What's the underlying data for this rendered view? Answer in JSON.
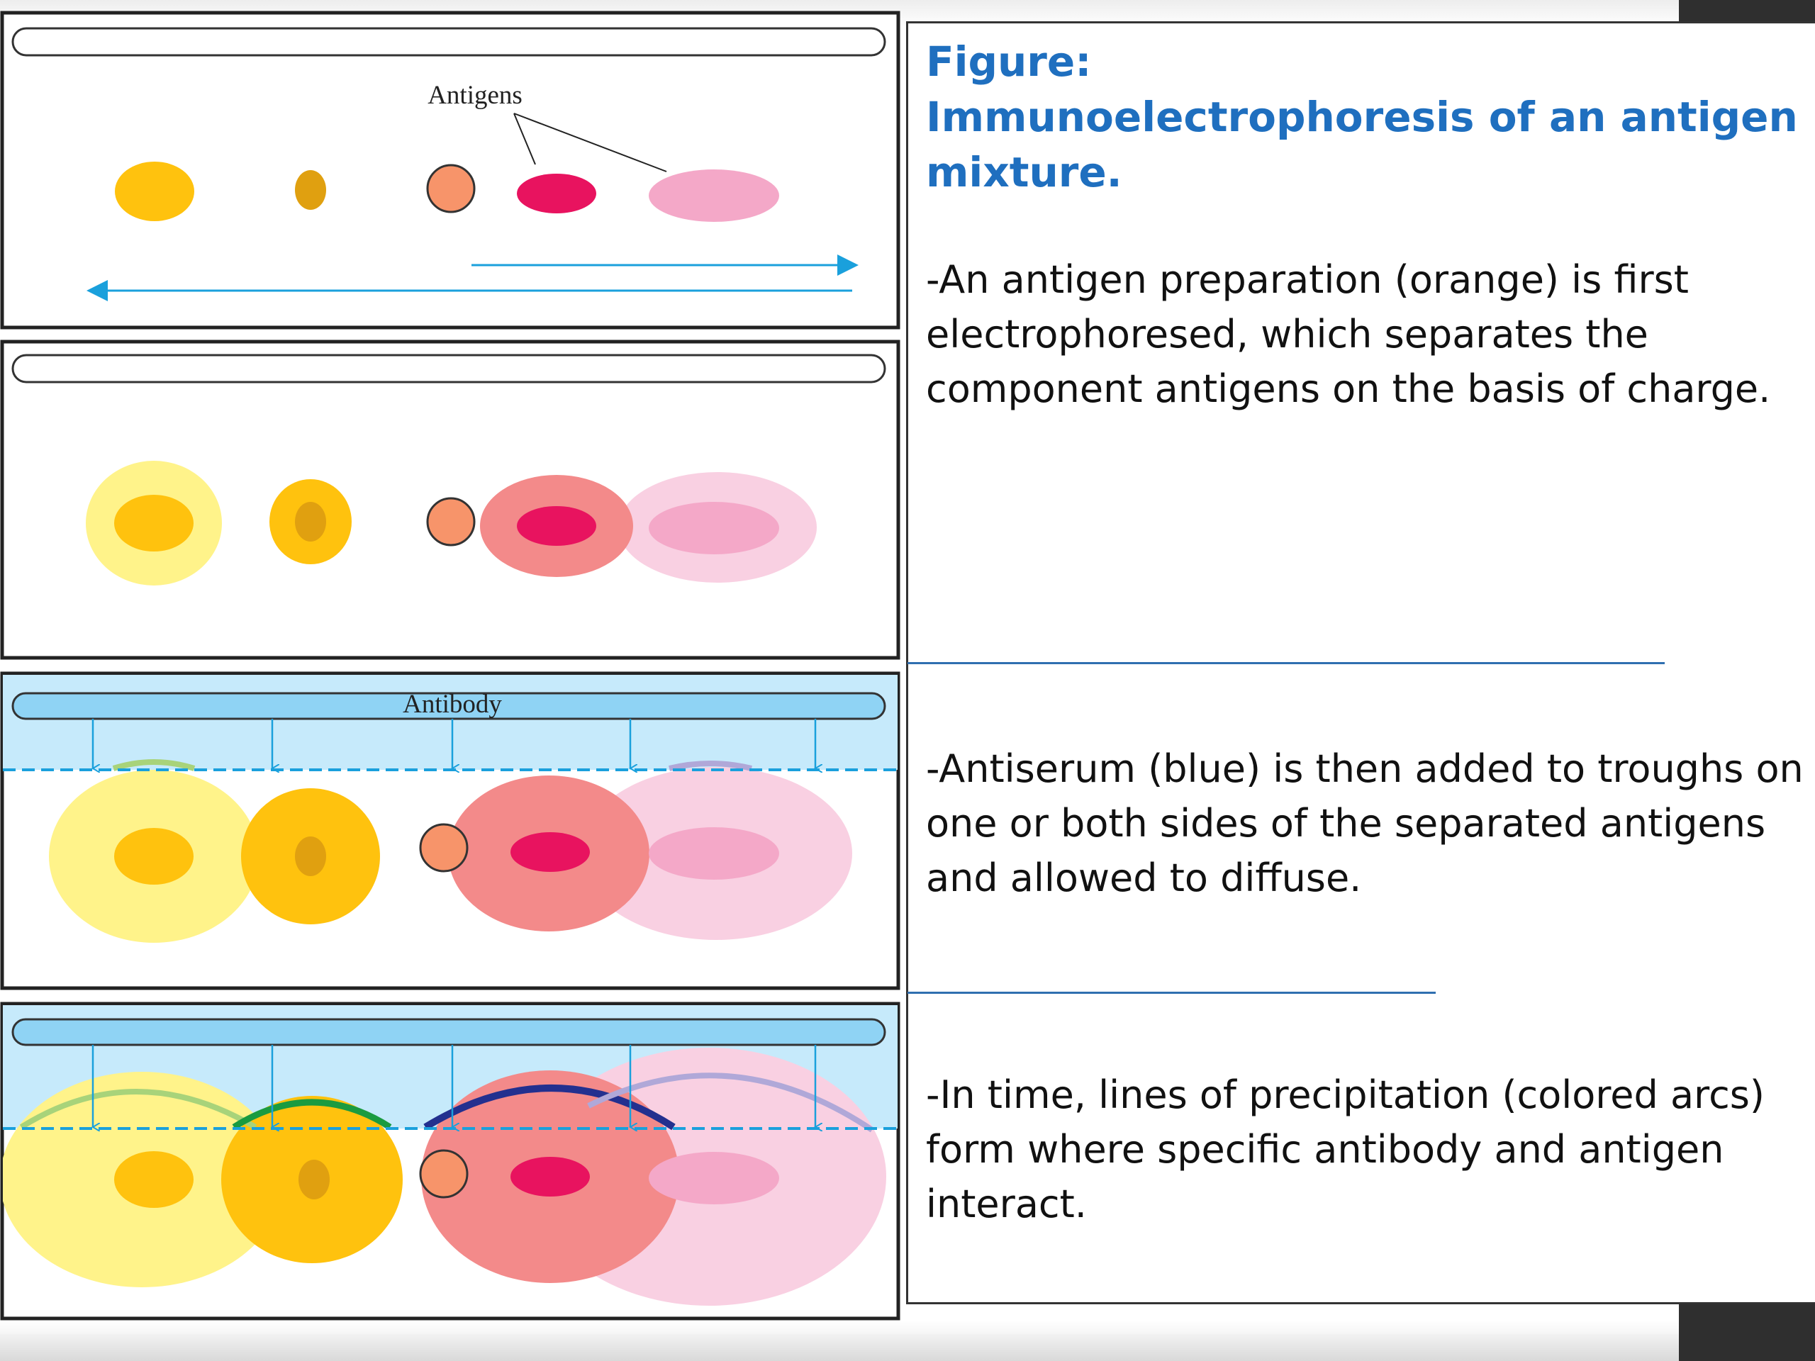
{
  "figure": {
    "label": "Figure:",
    "title": "Immunoelectrophoresis of an antigen mixture."
  },
  "steps": [
    {
      "text": "-An antigen preparation (orange) is first electrophoresed, which separates the component antigens on the basis of charge."
    },
    {
      "text": "-Antiserum (blue) is then added to troughs on one or both sides of the separated antigens and allowed to diffuse."
    },
    {
      "text": "-In time, lines of precipitation (colored arcs) form where specific antibody and antigen interact."
    }
  ],
  "diagram_labels": {
    "antigens": "Antigens",
    "antibody": "Antibody"
  },
  "colors": {
    "title_blue": "#1f6fbf",
    "antibody_blue": "#8fd3f4",
    "antibody_light": "#c6eafb",
    "arrow_blue": "#1aa0dc",
    "antigen_yellow": "#ffc20e",
    "antigen_dark_yellow": "#e0a010",
    "antigen_orange": "#f7946a",
    "antigen_magenta": "#e8135f",
    "antigen_pink": "#f4a8c8",
    "diffusion_yellow": "#fff38a",
    "diffusion_red": "#f38a8a",
    "diffusion_pink": "#f9d0e2",
    "arc_green": "#1a9b40",
    "arc_navy": "#23308f",
    "arc_light_green": "#a8d37a",
    "arc_lavender": "#b0a8d8"
  }
}
